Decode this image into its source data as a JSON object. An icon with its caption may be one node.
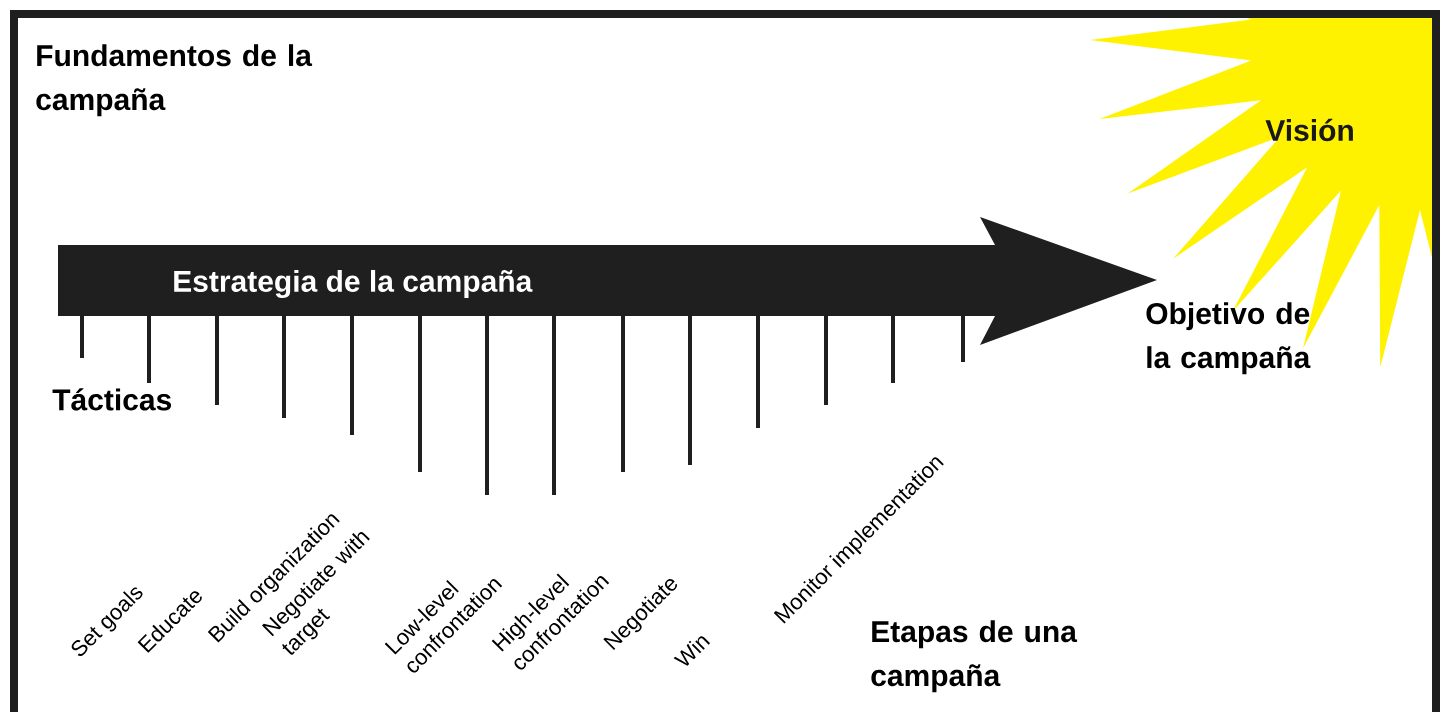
{
  "diagram": {
    "title": "Fundamentos de la campaña",
    "nodes": [
      {
        "text": [
          "Visión"
        ]
      },
      {
        "text": [
          "Estrategia de la campaña"
        ]
      }
    ],
    "labels": [
      "Tácticas",
      "Objetivo de la campaña",
      "Set goals",
      "Educate",
      "Build organization",
      "Negotiate with target",
      "Low-level confrontation",
      "High-level confrontation",
      "Negotiate",
      "Win",
      "Monitor implementation",
      "Etapas de una campaña"
    ]
  }
}
